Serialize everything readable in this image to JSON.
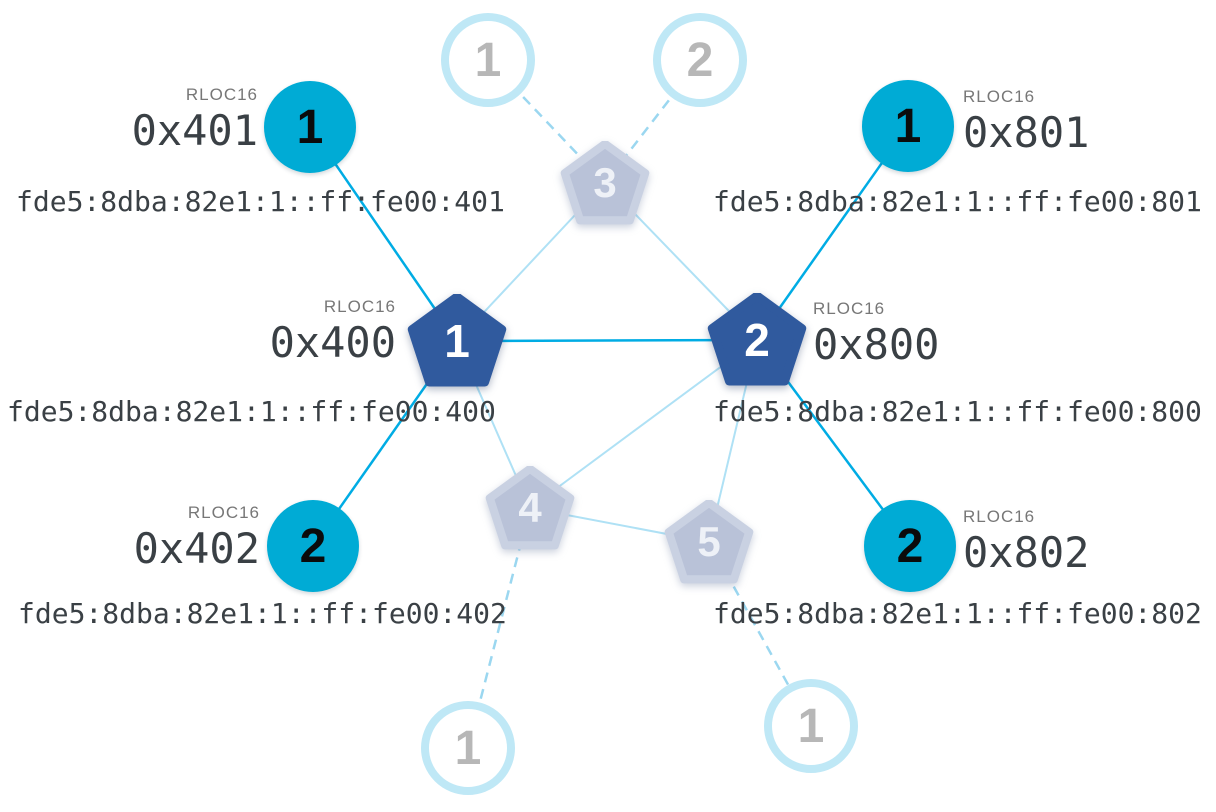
{
  "labels": {
    "rloc16_heading": "RLOC16"
  },
  "colors": {
    "child_fill": "#00abd5",
    "child_number": "#0b0b0b",
    "router_fill": "#305a9e",
    "router_number": "#ffffff",
    "faded_router_fill": "#b9c2d8",
    "faded_router_outline": "#c9d1e2",
    "ghost_ring": "#bfe8f6",
    "ghost_number": "#b7b7b7",
    "link_active": "#00ace4",
    "link_light": "#afe1f5",
    "link_dashed": "#9bd7f0",
    "label_gray": "#777777",
    "mono_text": "#3a4045"
  },
  "nodes": {
    "router1": {
      "label": "1",
      "rloc16": "0x400",
      "address": "fde5:8dba:82e1:1::ff:fe00:400"
    },
    "router2": {
      "label": "2",
      "rloc16": "0x800",
      "address": "fde5:8dba:82e1:1::ff:fe00:800"
    },
    "router3": {
      "label": "3"
    },
    "router4": {
      "label": "4"
    },
    "router5": {
      "label": "5"
    },
    "child401": {
      "label": "1",
      "rloc16": "0x401",
      "address": "fde5:8dba:82e1:1::ff:fe00:401"
    },
    "child402": {
      "label": "2",
      "rloc16": "0x402",
      "address": "fde5:8dba:82e1:1::ff:fe00:402"
    },
    "child801": {
      "label": "1",
      "rloc16": "0x801",
      "address": "fde5:8dba:82e1:1::ff:fe00:801"
    },
    "child802": {
      "label": "2",
      "rloc16": "0x802",
      "address": "fde5:8dba:82e1:1::ff:fe00:802"
    },
    "ghostTop1": {
      "label": "1"
    },
    "ghostTop2": {
      "label": "2"
    },
    "ghostBottomLeft": {
      "label": "1"
    },
    "ghostBottomRight": {
      "label": "1"
    }
  }
}
